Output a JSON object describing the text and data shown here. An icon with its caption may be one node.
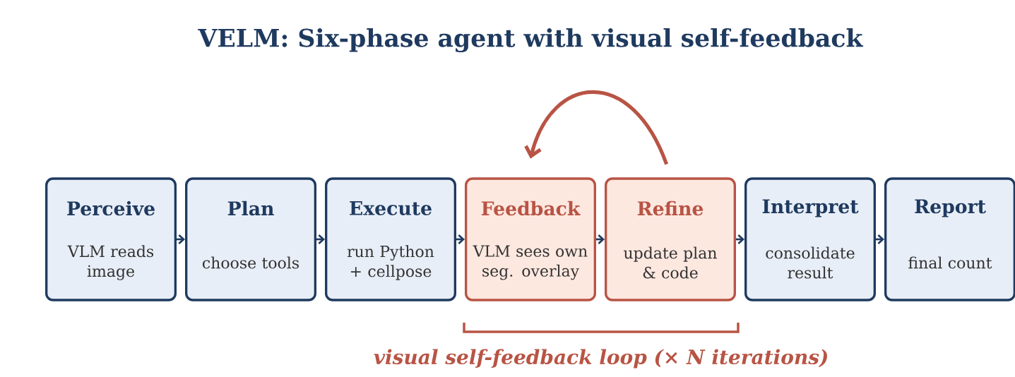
{
  "diagram": {
    "title": "VELM: Six-phase agent with visual self-feedback",
    "nodes": [
      {
        "text": [
          "Perceive",
          "VLM reads image"
        ]
      },
      {
        "text": [
          "Plan",
          "choose tools"
        ]
      },
      {
        "text": [
          "Execute",
          "run Python + cellpose"
        ]
      },
      {
        "text": [
          "Feedback",
          "VLM sees own seg. overlay"
        ]
      },
      {
        "text": [
          "Refine",
          "update plan & code"
        ]
      },
      {
        "text": [
          "Interpret",
          "consolidate result"
        ]
      },
      {
        "text": [
          "Report",
          "final count"
        ]
      }
    ],
    "edges": [
      {
        "from": 0,
        "to": 1,
        "arrow": "to"
      },
      {
        "from": 1,
        "to": 2,
        "arrow": "to"
      },
      {
        "from": 2,
        "to": 3,
        "arrow": "to"
      },
      {
        "from": 3,
        "to": 4,
        "arrow": "to"
      },
      {
        "from": 4,
        "to": 5,
        "arrow": "to"
      },
      {
        "from": 5,
        "to": 6,
        "arrow": "to"
      },
      {
        "from": 4,
        "to": 3,
        "arrow": "to",
        "style": "thick",
        "color": "#b85444"
      }
    ],
    "labels": [
      "visual self-feedback loop (× N iterations)"
    ]
  }
}
